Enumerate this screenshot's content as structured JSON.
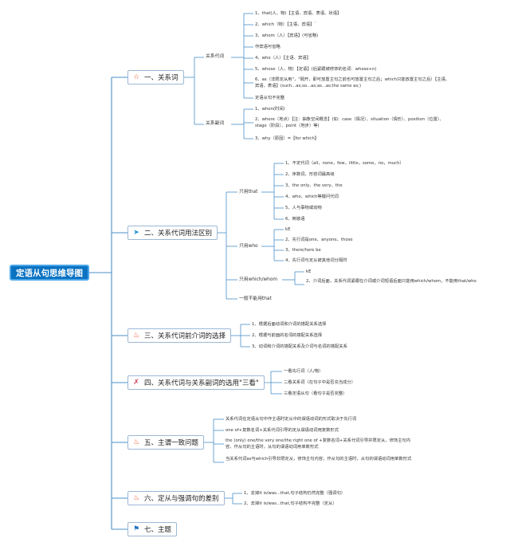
{
  "root": "定语从句思维导图",
  "nodes": {
    "n1": {
      "label": "一、关系词",
      "icon": "star-outline-icon"
    },
    "n2": {
      "label": "二、关系代词用法区别",
      "icon": "paper-plane-icon"
    },
    "n3": {
      "label": "三、关系代词前介词的选择",
      "icon": "flame-icon"
    },
    "n4": {
      "label": "四、关系代词与关系副词的选用\"三看\"",
      "icon": "scribble-icon"
    },
    "n5": {
      "label": "五、主谓一致问题",
      "icon": "flame-icon"
    },
    "n6": {
      "label": "六、定从与强调句的差别",
      "icon": "flame-icon"
    },
    "n7": {
      "label": "七、主题",
      "icon": "flag-icon"
    }
  },
  "n1": {
    "pron_label": "关系代词",
    "pron": [
      "1、that(人、物)【主语、宾语、表语、状语】",
      "2、which（物）【主语、宾语】`",
      "3、whom（人）【宾语】(可省略)",
      "作宾语可省略",
      "4、who（人）【主语、宾语】",
      "5、whose（人、物）【定语】(后紧跟被修饰的名词：whose+n)",
      "6、as（非限定从用\"，\"隔开，即可放置主句之前也可放置主句之后；which只能放置主句之后）【主语、宾语、表语】(such...as;so...as;as...as;the same as;)",
      "定语从句不完整"
    ],
    "adv_label": "关系副词",
    "adv": [
      "1、when(时间)",
      "2、where（地点）【注：抽象空间概念】(如：case（情况）、situation（情形）、position（位置）、stage（阶段）、point（地步）等)",
      "3、why（原因）=【for which】"
    ]
  },
  "n2": {
    "a_label": "只用that",
    "a": [
      "1、不定代词（all，none，few，little，some，no，much）",
      "2、序数词、形容词最高级",
      "3、the only、the very、the",
      "4、who、which等疑问代词",
      "5、人与事物或动物",
      "6、倒装语"
    ],
    "b_label": "只用who",
    "b": [
      "kE",
      "2、先行词是one、anyone、those",
      "3、there/here be",
      "4、先行词与定从被其他词分隔时"
    ],
    "c_label": "只用which/whom",
    "c": [
      "kE",
      "2、介词后面，关系代词紧跟在介词或介词短语后面只能用which/whom，不能用that/who"
    ],
    "d_label": "一般不能用that"
  },
  "n3": [
    "1、根据后面动词和介词的搭配关系选择",
    "2、根据与前面的名词的搭配关系选择",
    "3、动词和介词的搭配关系及介词与名词的搭配关系"
  ],
  "n4": [
    "一看先行词（人/物）",
    "二看关系词（在句子中是否充当成分）",
    "三看定语从句（看句子是否完整）"
  ],
  "n5": [
    "关系代词在定语从句中作主语时定从中的谓语动词的形式取决于先行词",
    "one of+复数名词+关系代词引导的定从谓语动词用复数形式",
    "the (only) one/the very one/the right one of +复数名词+关系代词引导并限定从，修饰主句内容，作从句的主语时，从句的谓语动词用单数形式",
    "当关系代词as与which引导非限定从，修饰主句内容，作从句的主语时，从句的谓语动词用单数形式"
  ],
  "n6": [
    "1、去掉it is/was...that,句子结构仍然完整（强调句）",
    "2、去掉it is/was...that,句子结构不完整（定从）"
  ],
  "colors": {
    "root": "#0a72c2",
    "lines": "#4a90c8",
    "flame": "#e8542a",
    "flag": "#1e6fc0",
    "plane": "#1e8fd0"
  }
}
